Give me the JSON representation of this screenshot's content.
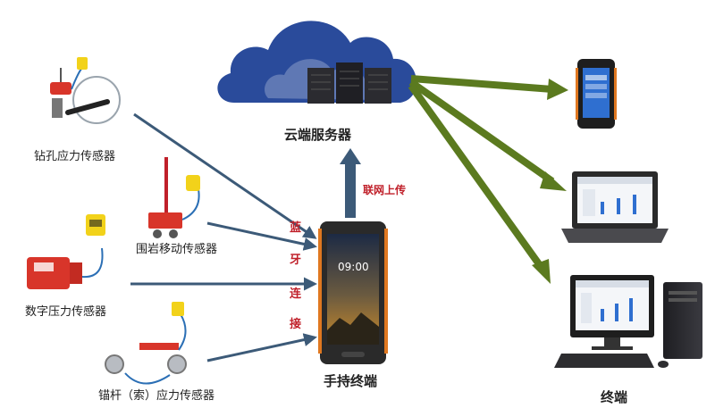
{
  "cloud": {
    "label": "云端服务器"
  },
  "upload": {
    "label": "联网上传"
  },
  "bluetooth": {
    "chars": [
      "蓝",
      "牙",
      "连",
      "接"
    ]
  },
  "handheld": {
    "label": "手持终端",
    "time": "09:00"
  },
  "terminal": {
    "label": "终端"
  },
  "sensors": [
    {
      "label": "钻孔应力传感器"
    },
    {
      "label": "围岩移动传感器"
    },
    {
      "label": "数字压力传感器"
    },
    {
      "label": "锚杆（索）应力传感器"
    }
  ],
  "colors": {
    "cloud": "#2a4b9b",
    "arrow_green": "#5b7a1f",
    "line_blue": "#3c5a78",
    "accent_red": "#c0202a",
    "sensor_yellow": "#f2d21a",
    "cable_blue": "#2b6fb5"
  }
}
